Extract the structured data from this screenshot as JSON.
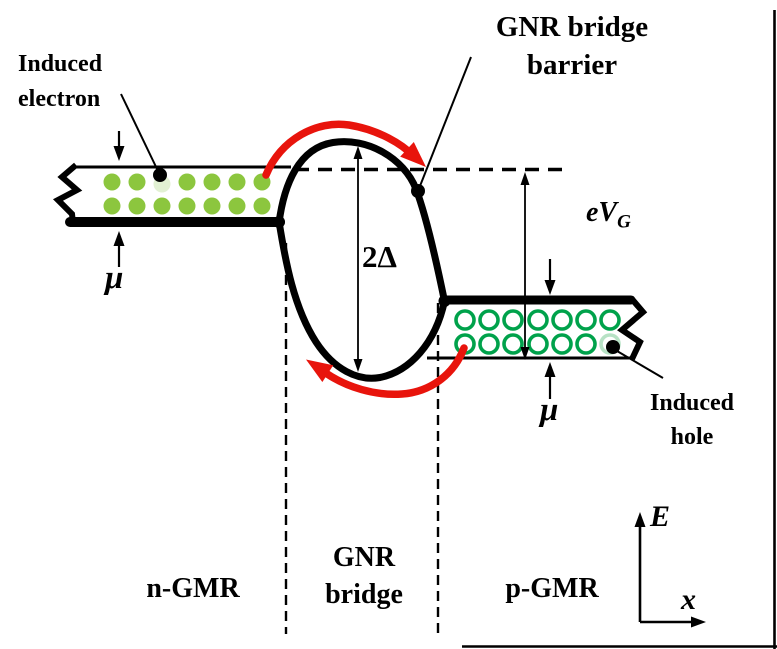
{
  "diagram": {
    "callouts": {
      "induced_electron": {
        "line1": "Induced",
        "line2": "electron"
      },
      "gnr_bridge_barrier": {
        "line1": "GNR bridge",
        "line2": "barrier"
      },
      "induced_hole": {
        "line1": "Induced",
        "line2": "hole"
      }
    },
    "measures": {
      "band_gap": "2Δ",
      "gate_energy_main": "eV",
      "gate_energy_sub": "G",
      "chemical_potential_left": "μ",
      "chemical_potential_right": "μ"
    },
    "regions": {
      "left": "n-GMR",
      "middle_line1": "GNR",
      "middle_line2": "bridge",
      "right": "p-GMR"
    },
    "axes": {
      "vertical": "E",
      "horizontal": "x"
    },
    "colors": {
      "electron_fill": "#8CC63E",
      "electron_fill_faded": "#E2F1D3",
      "hole_stroke": "#00A24B",
      "hole_stroke_faded": "#B7E2C5",
      "transition_arrow_red": "#E8140C",
      "ink": "#000000"
    }
  }
}
